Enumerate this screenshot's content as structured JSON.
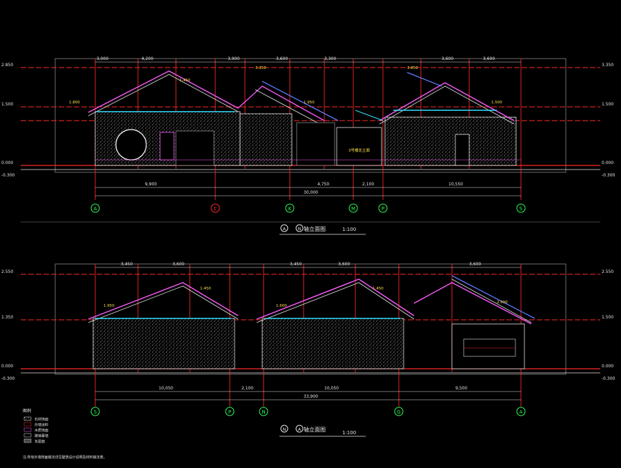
{
  "colors": {
    "background": "#000000",
    "grid_red": "#ff2a2a",
    "guide_gray": "#8a8a8a",
    "dim_white": "#e8e8e8",
    "accent_cyan": "#36e0ff",
    "roof_magenta": "#ff5cff",
    "roof_blue": "#5a7cff",
    "label_yellow": "#ffe24a",
    "axis_green": "#2cff5a",
    "hatch": "#c8c8c8"
  },
  "top_elevation": {
    "title_axis_start": "A",
    "title_axis_end": "N",
    "title_text": "轴立面图",
    "scale": "1:100",
    "left_levels": [
      "2.850",
      "1.500",
      "0.000",
      "-0.300"
    ],
    "right_levels": [
      "3.350",
      "1.500",
      "0.000",
      "-0.300"
    ],
    "top_dims": [
      "3,000",
      "4,200",
      "3,900",
      "3,600",
      "3,300",
      "3,600",
      "3,600"
    ],
    "bottom_dims": [
      "9,900",
      "4,750",
      "2,100",
      "10,550"
    ],
    "total_dim": "30,000",
    "axes": [
      "A",
      "C",
      "K",
      "M",
      "P",
      "S"
    ],
    "callouts": [
      "1.800",
      "1.450",
      "3.350",
      "1.950",
      "3.850",
      "1.500"
    ],
    "note_text": "3号楼北立面"
  },
  "bottom_elevation": {
    "title_axis_start": "N",
    "title_axis_end": "A",
    "title_text": "轴立面图",
    "scale": "1:100",
    "left_levels": [
      "2.550",
      "1.350",
      "0.000",
      "-0.300"
    ],
    "right_levels": [
      "2.550",
      "1.500",
      "0.000",
      "-0.300"
    ],
    "top_dims": [
      "3,450",
      "3,600",
      "3,450",
      "3,600",
      "3,600"
    ],
    "bottom_dims": [
      "10,050",
      "2,100",
      "10,050",
      "9,500"
    ],
    "total_dim": "33,900",
    "axes": [
      "S",
      "P",
      "N",
      "G",
      "A"
    ],
    "callouts": [
      "1.950",
      "1.450",
      "1.600",
      "1.450",
      "2.000"
    ]
  },
  "legend": {
    "title": "图例",
    "items": [
      "石材饰面",
      "外墙涂料",
      "木质饰面",
      "玻璃幕墙",
      "瓦屋面"
    ],
    "note": "注:所有外墙饰面做法详见建筑设计说明及材料做法表。"
  }
}
